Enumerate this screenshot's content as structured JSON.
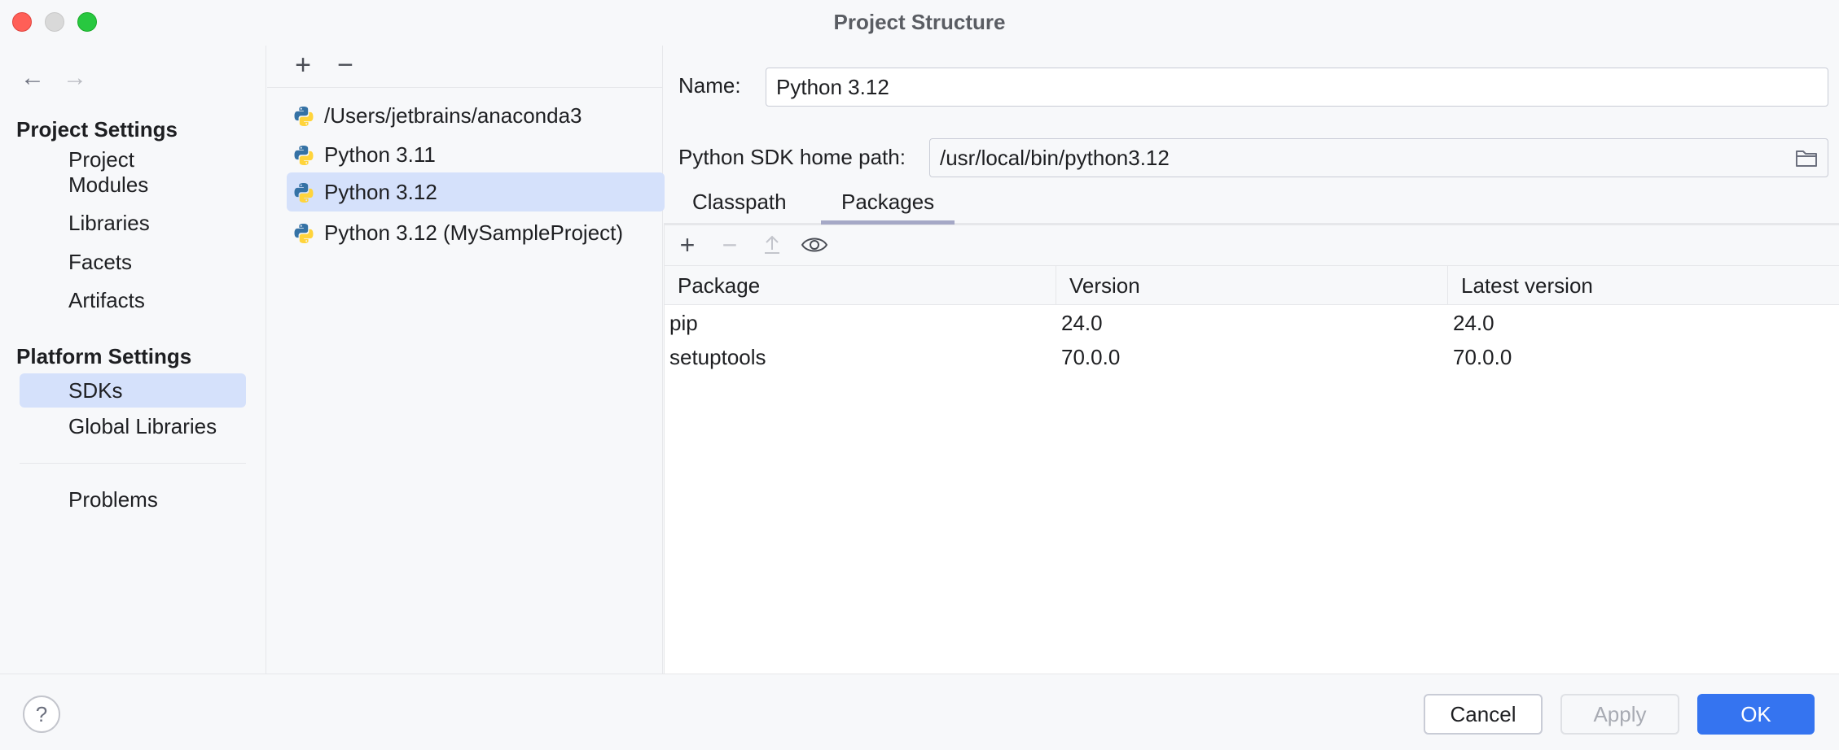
{
  "window": {
    "title": "Project Structure"
  },
  "sidebar": {
    "project_settings_header": "Project Settings",
    "project_items": [
      "Project",
      "Modules",
      "Libraries",
      "Facets",
      "Artifacts"
    ],
    "platform_settings_header": "Platform Settings",
    "platform_items": [
      "SDKs",
      "Global Libraries"
    ],
    "selected_item": "SDKs",
    "problems_label": "Problems"
  },
  "sdk_list": {
    "items": [
      "/Users/jetbrains/anaconda3",
      "Python 3.11",
      "Python 3.12",
      "Python 3.12 (MySampleProject)"
    ],
    "selected": "Python 3.12"
  },
  "details": {
    "name_label": "Name:",
    "name_value": "Python 3.12",
    "home_path_label": "Python SDK home path:",
    "home_path_value": "/usr/local/bin/python3.12",
    "tabs": [
      "Classpath",
      "Packages"
    ],
    "active_tab": "Packages"
  },
  "packages_table": {
    "headers": [
      "Package",
      "Version",
      "Latest version"
    ],
    "rows": [
      [
        "pip",
        "24.0",
        "24.0"
      ],
      [
        "setuptools",
        "70.0.0",
        "70.0.0"
      ]
    ]
  },
  "footer": {
    "help_label": "?",
    "cancel_label": "Cancel",
    "apply_label": "Apply",
    "ok_label": "OK"
  },
  "colors": {
    "selection": "#d5e1fb",
    "primary_button": "#3574f0",
    "close": "#ff5f57",
    "minimize": "#d9d9d9",
    "maximize": "#28c840"
  }
}
